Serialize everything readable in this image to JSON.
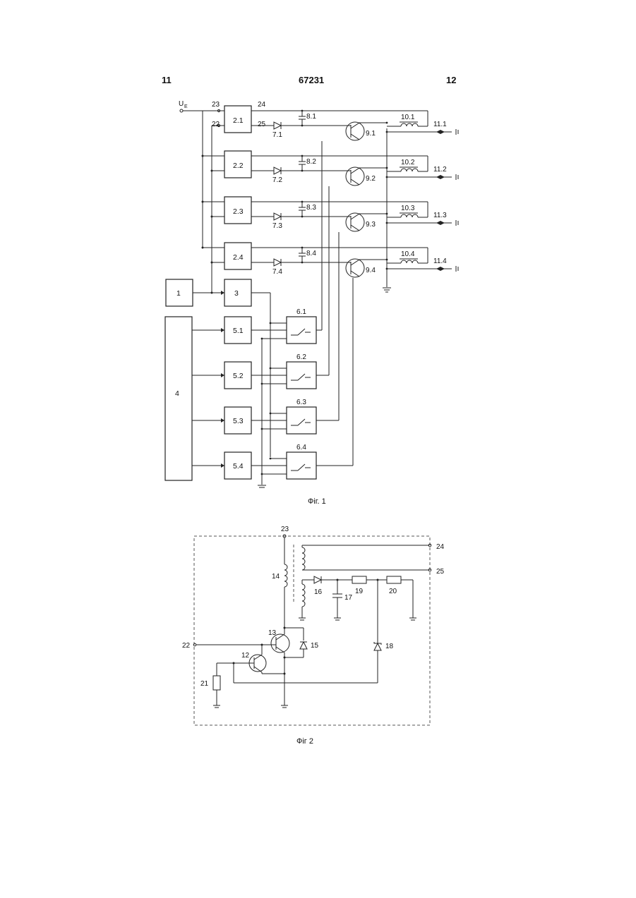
{
  "header": {
    "left_page": "11",
    "patent_number": "67231",
    "right_page": "12"
  },
  "fig1": {
    "caption": "Фіг. 1",
    "input_label": "U",
    "input_sub": "E",
    "terminal_labels": [
      "23",
      "22",
      "24",
      "25"
    ],
    "rows": [
      {
        "block": "2.1",
        "diode": "7.1",
        "cap": "8.1",
        "transistor": "9.1",
        "coil": "10.1",
        "output": "11.1",
        "timer": "5.1",
        "switch": "6.1"
      },
      {
        "block": "2.2",
        "diode": "7.2",
        "cap": "8.2",
        "transistor": "9.2",
        "coil": "10.2",
        "output": "11.2",
        "timer": "5.2",
        "switch": "6.2"
      },
      {
        "block": "2.3",
        "diode": "7.3",
        "cap": "8.3",
        "transistor": "9.3",
        "coil": "10.3",
        "output": "11.3",
        "timer": "5.3",
        "switch": "6.3"
      },
      {
        "block": "2.4",
        "diode": "7.4",
        "cap": "8.4",
        "transistor": "9.4",
        "coil": "10.4",
        "output": "11.4",
        "timer": "5.4",
        "switch": "6.4"
      }
    ],
    "block_1": "1",
    "block_3": "3",
    "block_4": "4"
  },
  "fig2": {
    "caption": "Фіг 2",
    "labels": {
      "n23": "23",
      "n24": "24",
      "n25": "25",
      "n22": "22",
      "n14": "14",
      "n16": "16",
      "n17": "17",
      "n19": "19",
      "n20": "20",
      "n13": "13",
      "n15": "15",
      "n18": "18",
      "n12": "12",
      "n21": "21"
    }
  }
}
